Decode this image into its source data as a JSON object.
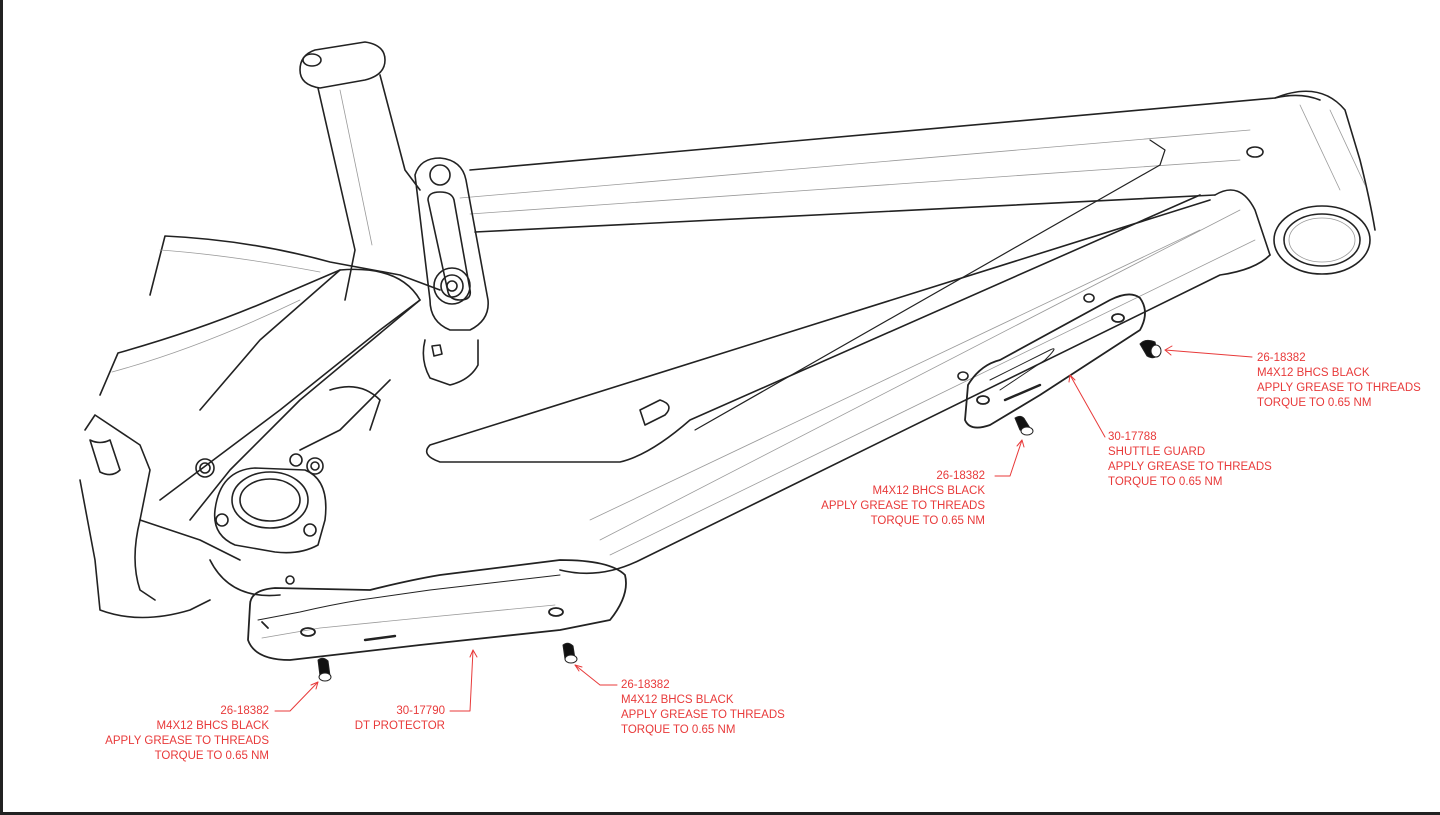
{
  "colors": {
    "line": "#222222",
    "thin_line": "#9a9a9a",
    "callout": "#e83a3a"
  },
  "callouts": {
    "screw_top_right": {
      "part": "26-18382",
      "desc": "M4X12 BHCS BLACK",
      "note1": "APPLY GREASE TO THREADS",
      "note2": "TORQUE TO 0.65 NM"
    },
    "shuttle_guard": {
      "part": "30-17788",
      "desc": "SHUTTLE GUARD",
      "note1": "APPLY GREASE TO THREADS",
      "note2": "TORQUE TO 0.65 NM"
    },
    "screw_middle": {
      "part": "26-18382",
      "desc": "M4X12 BHCS BLACK",
      "note1": "APPLY GREASE TO THREADS",
      "note2": "TORQUE TO 0.65 NM"
    },
    "screw_bottom_left": {
      "part": "26-18382",
      "desc": "M4X12 BHCS BLACK",
      "note1": "APPLY GREASE TO THREADS",
      "note2": "TORQUE TO 0.65 NM"
    },
    "dt_protector": {
      "part": "30-17790",
      "desc": "DT PROTECTOR"
    },
    "screw_bottom_mid": {
      "part": "26-18382",
      "desc": "M4X12 BHCS BLACK",
      "note1": "APPLY GREASE TO THREADS",
      "note2": "TORQUE TO 0.65 NM"
    }
  }
}
